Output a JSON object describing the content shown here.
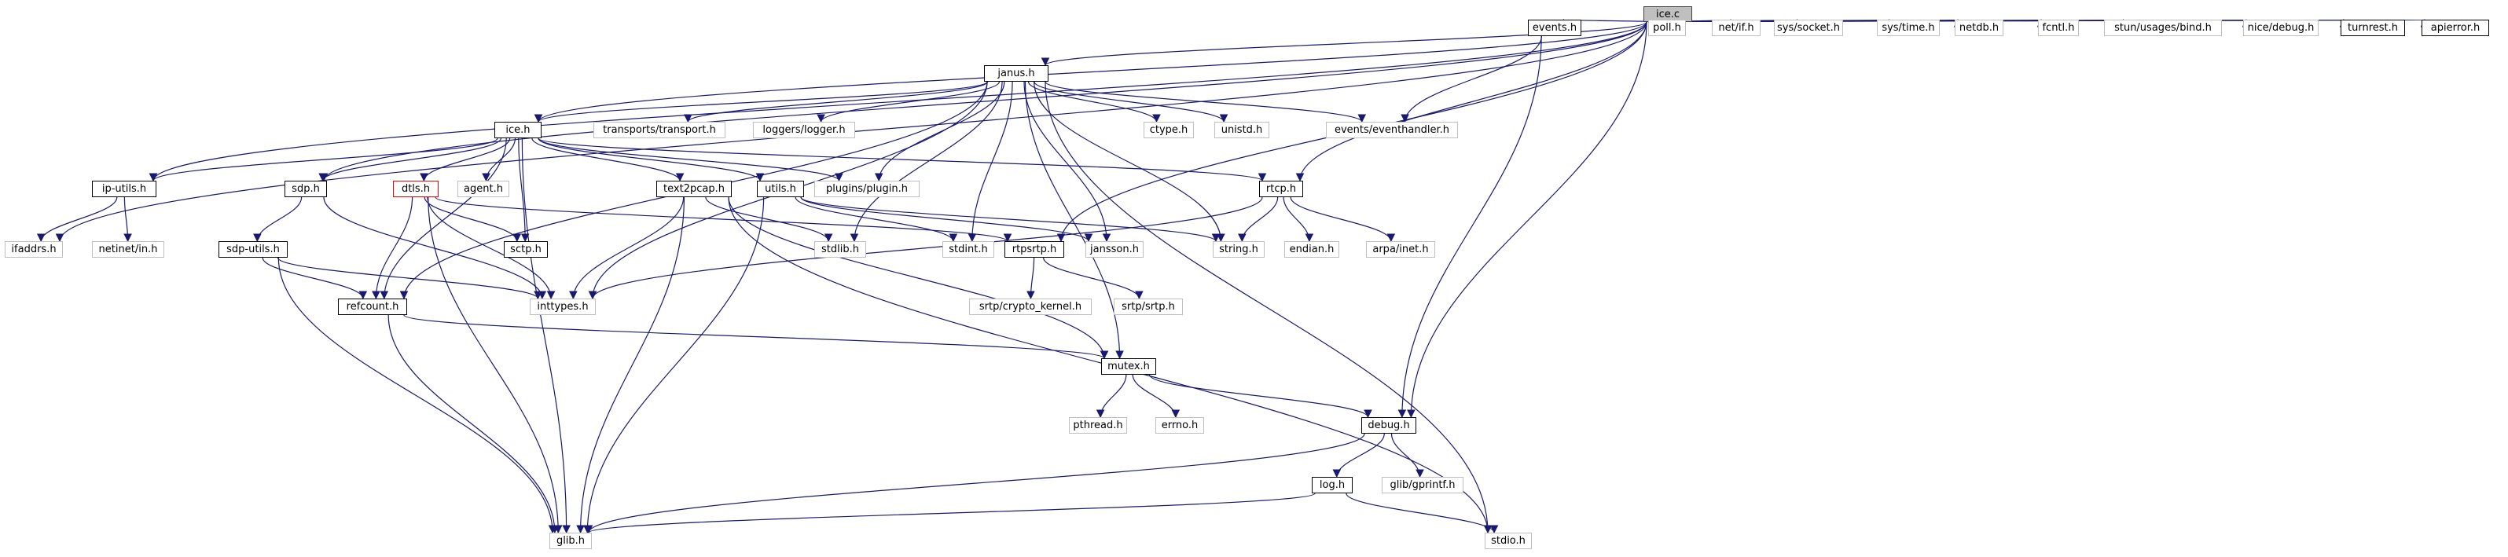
{
  "colors": {
    "edge": "#191970",
    "local_border": "#000000",
    "system_border": "#bfbfbf",
    "root_fill": "#bfbfbf",
    "highlight_border": "#ff0000"
  },
  "nodes": [
    {
      "id": "ice_c",
      "label": "ice.c",
      "kind": "root"
    },
    {
      "id": "janus_h",
      "label": "janus.h",
      "kind": "local"
    },
    {
      "id": "events_h",
      "label": "events.h",
      "kind": "local"
    },
    {
      "id": "poll_h",
      "label": "poll.h",
      "kind": "system"
    },
    {
      "id": "net_if_h",
      "label": "net/if.h",
      "kind": "system"
    },
    {
      "id": "sys_socket_h",
      "label": "sys/socket.h",
      "kind": "system"
    },
    {
      "id": "sys_time_h",
      "label": "sys/time.h",
      "kind": "system"
    },
    {
      "id": "netdb_h",
      "label": "netdb.h",
      "kind": "system"
    },
    {
      "id": "fcntl_h",
      "label": "fcntl.h",
      "kind": "system"
    },
    {
      "id": "stun_usages_bind_h",
      "label": "stun/usages/bind.h",
      "kind": "system"
    },
    {
      "id": "nice_debug_h",
      "label": "nice/debug.h",
      "kind": "system"
    },
    {
      "id": "turnrest_h",
      "label": "turnrest.h",
      "kind": "local"
    },
    {
      "id": "apierror_h",
      "label": "apierror.h",
      "kind": "local"
    },
    {
      "id": "ice_h",
      "label": "ice.h",
      "kind": "local"
    },
    {
      "id": "transports_transport_h",
      "label": "transports/transport.h",
      "kind": "system"
    },
    {
      "id": "loggers_logger_h",
      "label": "loggers/logger.h",
      "kind": "system"
    },
    {
      "id": "ctype_h",
      "label": "ctype.h",
      "kind": "system"
    },
    {
      "id": "unistd_h",
      "label": "unistd.h",
      "kind": "system"
    },
    {
      "id": "events_eventhandler_h",
      "label": "events/eventhandler.h",
      "kind": "system"
    },
    {
      "id": "ip_utils_h",
      "label": "ip-utils.h",
      "kind": "local"
    },
    {
      "id": "sdp_h",
      "label": "sdp.h",
      "kind": "local"
    },
    {
      "id": "dtls_h",
      "label": "dtls.h",
      "kind": "highlight"
    },
    {
      "id": "agent_h",
      "label": "agent.h",
      "kind": "system"
    },
    {
      "id": "text2pcap_h",
      "label": "text2pcap.h",
      "kind": "local"
    },
    {
      "id": "utils_h",
      "label": "utils.h",
      "kind": "local"
    },
    {
      "id": "plugins_plugin_h",
      "label": "plugins/plugin.h",
      "kind": "system"
    },
    {
      "id": "rtcp_h",
      "label": "rtcp.h",
      "kind": "local"
    },
    {
      "id": "ifaddrs_h",
      "label": "ifaddrs.h",
      "kind": "system"
    },
    {
      "id": "netinet_in_h",
      "label": "netinet/in.h",
      "kind": "system"
    },
    {
      "id": "sdp_utils_h",
      "label": "sdp-utils.h",
      "kind": "local"
    },
    {
      "id": "sctp_h",
      "label": "sctp.h",
      "kind": "local"
    },
    {
      "id": "stdlib_h",
      "label": "stdlib.h",
      "kind": "system"
    },
    {
      "id": "stdint_h",
      "label": "stdint.h",
      "kind": "system"
    },
    {
      "id": "rtpsrtp_h",
      "label": "rtpsrtp.h",
      "kind": "local"
    },
    {
      "id": "jansson_h",
      "label": "jansson.h",
      "kind": "system"
    },
    {
      "id": "string_h",
      "label": "string.h",
      "kind": "system"
    },
    {
      "id": "endian_h",
      "label": "endian.h",
      "kind": "system"
    },
    {
      "id": "arpa_inet_h",
      "label": "arpa/inet.h",
      "kind": "system"
    },
    {
      "id": "inttypes_h",
      "label": "inttypes.h",
      "kind": "system"
    },
    {
      "id": "refcount_h",
      "label": "refcount.h",
      "kind": "local"
    },
    {
      "id": "srtp_crypto_kernel_h",
      "label": "srtp/crypto_kernel.h",
      "kind": "system"
    },
    {
      "id": "srtp_srtp_h",
      "label": "srtp/srtp.h",
      "kind": "system"
    },
    {
      "id": "mutex_h",
      "label": "mutex.h",
      "kind": "local"
    },
    {
      "id": "pthread_h",
      "label": "pthread.h",
      "kind": "system"
    },
    {
      "id": "errno_h",
      "label": "errno.h",
      "kind": "system"
    },
    {
      "id": "debug_h",
      "label": "debug.h",
      "kind": "local"
    },
    {
      "id": "log_h",
      "label": "log.h",
      "kind": "local"
    },
    {
      "id": "glib_gprintf_h",
      "label": "glib/gprintf.h",
      "kind": "system"
    },
    {
      "id": "glib_h",
      "label": "glib.h",
      "kind": "system"
    },
    {
      "id": "stdio_h",
      "label": "stdio.h",
      "kind": "system"
    }
  ],
  "edges": [
    [
      "ice_c",
      "janus_h"
    ],
    [
      "ice_c",
      "events_h"
    ],
    [
      "ice_c",
      "poll_h"
    ],
    [
      "ice_c",
      "net_if_h"
    ],
    [
      "ice_c",
      "sys_socket_h"
    ],
    [
      "ice_c",
      "sys_time_h"
    ],
    [
      "ice_c",
      "netdb_h"
    ],
    [
      "ice_c",
      "fcntl_h"
    ],
    [
      "ice_c",
      "stun_usages_bind_h"
    ],
    [
      "ice_c",
      "nice_debug_h"
    ],
    [
      "ice_c",
      "turnrest_h"
    ],
    [
      "ice_c",
      "apierror_h"
    ],
    [
      "ice_c",
      "ice_h"
    ],
    [
      "ice_c",
      "ip_utils_h"
    ],
    [
      "ice_c",
      "ifaddrs_h"
    ],
    [
      "ice_c",
      "sdp_h"
    ],
    [
      "ice_c",
      "rtcp_h"
    ],
    [
      "ice_c",
      "rtpsrtp_h"
    ],
    [
      "ice_c",
      "debug_h"
    ],
    [
      "janus_h",
      "ice_h"
    ],
    [
      "janus_h",
      "transports_transport_h"
    ],
    [
      "janus_h",
      "loggers_logger_h"
    ],
    [
      "janus_h",
      "ctype_h"
    ],
    [
      "janus_h",
      "unistd_h"
    ],
    [
      "janus_h",
      "events_eventhandler_h"
    ],
    [
      "janus_h",
      "plugins_plugin_h"
    ],
    [
      "janus_h",
      "stdlib_h"
    ],
    [
      "janus_h",
      "stdint_h"
    ],
    [
      "janus_h",
      "jansson_h"
    ],
    [
      "janus_h",
      "string_h"
    ],
    [
      "janus_h",
      "inttypes_h"
    ],
    [
      "janus_h",
      "refcount_h"
    ],
    [
      "janus_h",
      "mutex_h"
    ],
    [
      "janus_h",
      "stdio_h"
    ],
    [
      "events_h",
      "events_eventhandler_h"
    ],
    [
      "events_h",
      "debug_h"
    ],
    [
      "ice_h",
      "ip_utils_h"
    ],
    [
      "ice_h",
      "sdp_h"
    ],
    [
      "ice_h",
      "dtls_h"
    ],
    [
      "ice_h",
      "agent_h"
    ],
    [
      "ice_h",
      "text2pcap_h"
    ],
    [
      "ice_h",
      "utils_h"
    ],
    [
      "ice_h",
      "plugins_plugin_h"
    ],
    [
      "ice_h",
      "rtcp_h"
    ],
    [
      "ice_h",
      "sctp_h"
    ],
    [
      "ice_h",
      "refcount_h"
    ],
    [
      "ice_h",
      "glib_h"
    ],
    [
      "ip_utils_h",
      "ifaddrs_h"
    ],
    [
      "ip_utils_h",
      "netinet_in_h"
    ],
    [
      "sdp_h",
      "sdp_utils_h"
    ],
    [
      "sdp_h",
      "inttypes_h"
    ],
    [
      "sdp_utils_h",
      "refcount_h"
    ],
    [
      "sdp_utils_h",
      "inttypes_h"
    ],
    [
      "sdp_utils_h",
      "glib_h"
    ],
    [
      "dtls_h",
      "sctp_h"
    ],
    [
      "dtls_h",
      "refcount_h"
    ],
    [
      "dtls_h",
      "inttypes_h"
    ],
    [
      "dtls_h",
      "glib_h"
    ],
    [
      "dtls_h",
      "rtpsrtp_h"
    ],
    [
      "text2pcap_h",
      "stdlib_h"
    ],
    [
      "text2pcap_h",
      "inttypes_h"
    ],
    [
      "text2pcap_h",
      "glib_h"
    ],
    [
      "text2pcap_h",
      "mutex_h"
    ],
    [
      "text2pcap_h",
      "stdio_h"
    ],
    [
      "utils_h",
      "jansson_h"
    ],
    [
      "utils_h",
      "string_h"
    ],
    [
      "utils_h",
      "stdint_h"
    ],
    [
      "utils_h",
      "glib_h"
    ],
    [
      "rtcp_h",
      "string_h"
    ],
    [
      "rtcp_h",
      "endian_h"
    ],
    [
      "rtcp_h",
      "arpa_inet_h"
    ],
    [
      "rtcp_h",
      "inttypes_h"
    ],
    [
      "rtpsrtp_h",
      "srtp_crypto_kernel_h"
    ],
    [
      "rtpsrtp_h",
      "srtp_srtp_h"
    ],
    [
      "refcount_h",
      "glib_h"
    ],
    [
      "refcount_h",
      "mutex_h"
    ],
    [
      "mutex_h",
      "pthread_h"
    ],
    [
      "mutex_h",
      "errno_h"
    ],
    [
      "mutex_h",
      "debug_h"
    ],
    [
      "debug_h",
      "log_h"
    ],
    [
      "debug_h",
      "glib_gprintf_h"
    ],
    [
      "debug_h",
      "glib_h"
    ],
    [
      "log_h",
      "glib_h"
    ],
    [
      "log_h",
      "stdio_h"
    ]
  ]
}
